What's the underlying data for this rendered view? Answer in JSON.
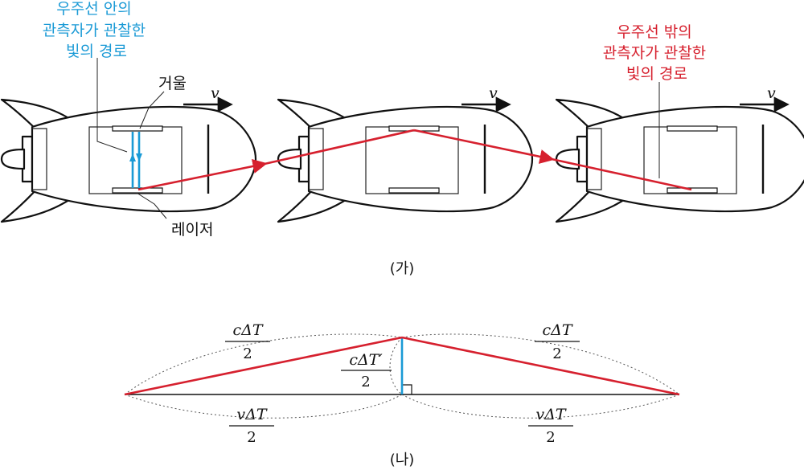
{
  "colors": {
    "blue": "#1a9ad6",
    "red": "#d6202e",
    "ink": "#111111"
  },
  "panel_a": {
    "inside_label": [
      "우주선 안의",
      "관측자가 관찰한",
      "빛의 경로"
    ],
    "outside_label": [
      "우주선 밖의",
      "관측자가 관찰한",
      "빛의 경로"
    ],
    "mirror_label": "거울",
    "laser_label": "레이저",
    "velocity": "v",
    "caption": "(가)"
  },
  "panel_b": {
    "left_hyp_num": "cΔT",
    "left_hyp_den": "2",
    "right_hyp_num": "cΔT",
    "right_hyp_den": "2",
    "vert_num": "cΔT′",
    "vert_den": "2",
    "left_base_num": "vΔT",
    "left_base_den": "2",
    "right_base_num": "vΔT",
    "right_base_den": "2",
    "caption": "(나)"
  }
}
